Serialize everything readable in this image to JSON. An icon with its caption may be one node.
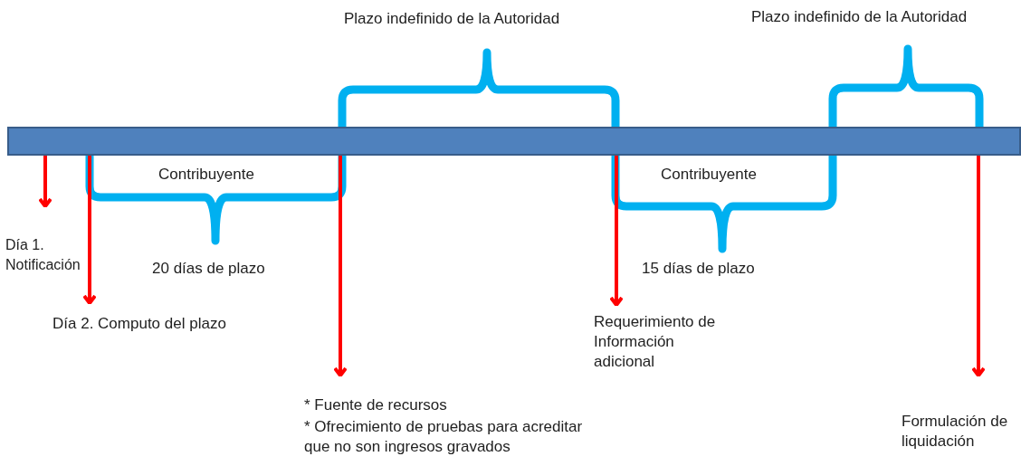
{
  "diagram": {
    "nodes": [
      {
        "text": [],
        "shape": "bar"
      },
      {
        "text": [
          "Día 1. Notificación"
        ]
      },
      {
        "text": [
          "Día 2. Computo del plazo"
        ]
      },
      {
        "text": [
          "* Fuente de recursos",
          "* Ofrecimiento de pruebas para acreditar que no son ingresos gravados"
        ]
      },
      {
        "text": [
          "Requerimiento de Información adicional"
        ]
      },
      {
        "text": [
          "Formulación de liquidación"
        ]
      }
    ],
    "edges": [
      {
        "from": 0,
        "to": 1,
        "arrow": "to"
      },
      {
        "from": 0,
        "to": 2,
        "arrow": "to"
      },
      {
        "from": 0,
        "to": 3,
        "arrow": "to"
      },
      {
        "from": 0,
        "to": 4,
        "arrow": "to"
      },
      {
        "from": 0,
        "to": 5,
        "arrow": "to"
      }
    ],
    "labels": [
      "Plazo indefinido de la Autoridad",
      "Plazo indefinido de la Autoridad",
      "Contribuyente",
      "Contribuyente",
      "20 días de plazo",
      "15 días de plazo"
    ]
  }
}
